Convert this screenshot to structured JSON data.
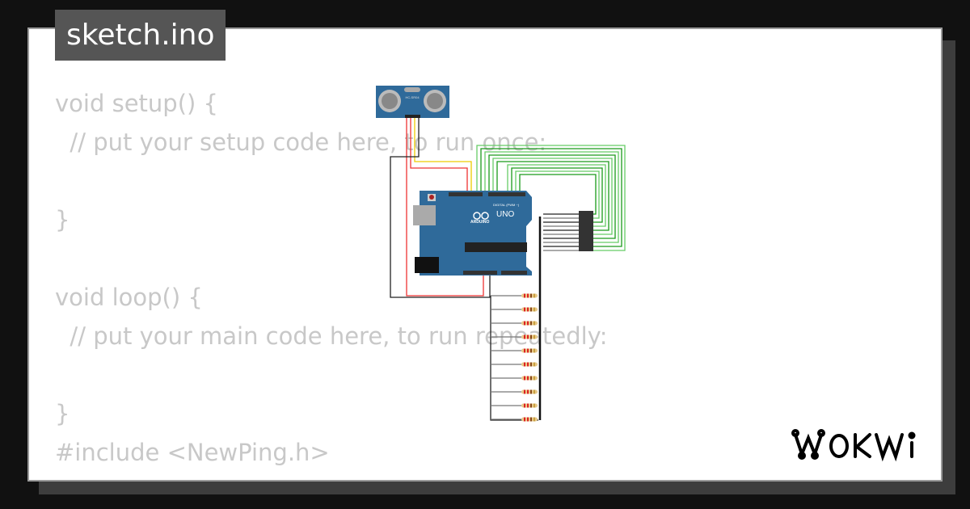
{
  "file_tab": {
    "label": "sketch.ino"
  },
  "code_lines": [
    "void setup() {",
    "  // put your setup code here, to run once:",
    "",
    "}",
    "",
    "void loop() {",
    "  // put your main code here, to run repeatedly:",
    "",
    "}",
    "#include <NewPing.h>"
  ],
  "circuit": {
    "sensor_label": "HC-SR04",
    "board_label": "UNO",
    "board_brand": "ARDUINO",
    "board_header_label": "DIGITAL (PWM ~)",
    "resistor_count": 10
  },
  "brand": {
    "logo": "WOKWI"
  },
  "colors": {
    "background": "#111111",
    "card": "#ffffff",
    "tab": "#555555",
    "code_text": "#c8c8c8",
    "board": "#2f6a9a",
    "wire_green": "#1a9a1a"
  }
}
